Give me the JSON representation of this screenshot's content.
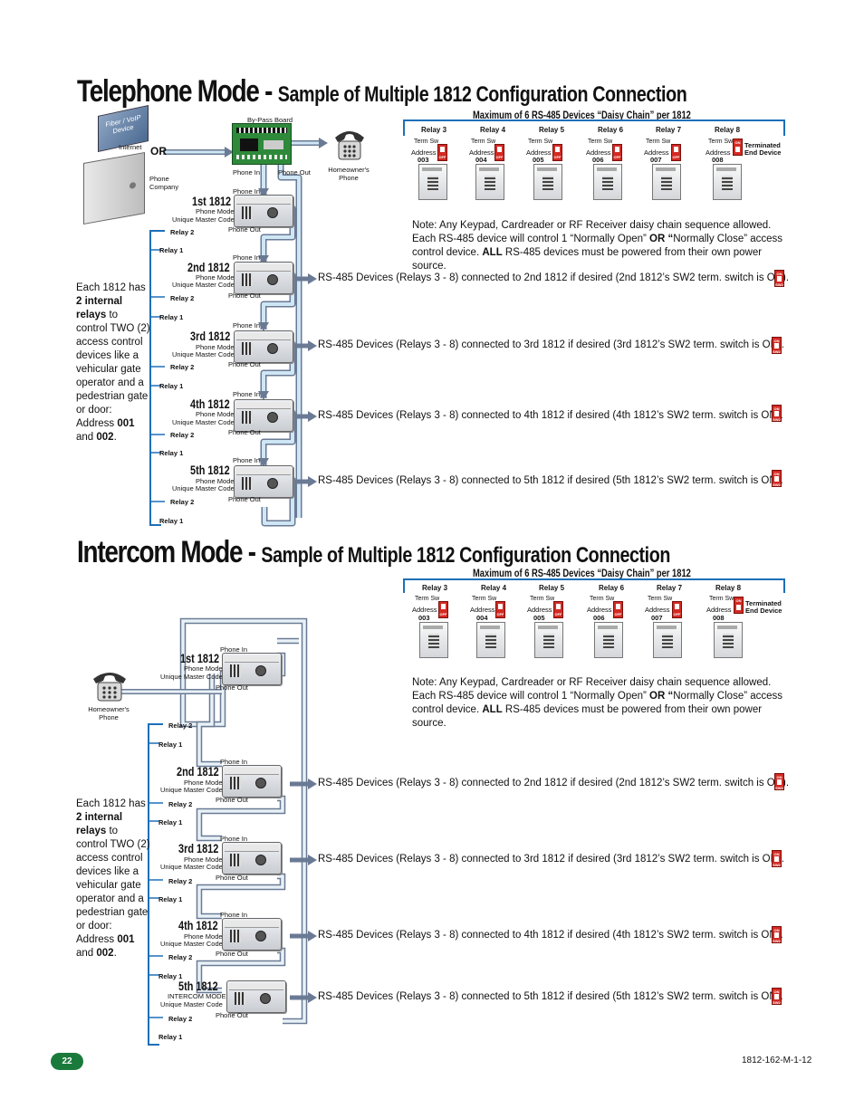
{
  "tel": {
    "title_main": "Telephone Mode -",
    "title_sub": "Sample of Multiple 1812 Configuration Connection",
    "max_label": "Maximum of 6 RS-485 Devices “Daisy Chain” per 1812",
    "relays": [
      {
        "relay": "Relay 3",
        "term": "Term Sw",
        "addr_label": "Address",
        "addr": "003"
      },
      {
        "relay": "Relay 4",
        "term": "Term Sw",
        "addr_label": "Address",
        "addr": "004"
      },
      {
        "relay": "Relay 5",
        "term": "Term Sw",
        "addr_label": "Address",
        "addr": "005"
      },
      {
        "relay": "Relay 6",
        "term": "Term Sw",
        "addr_label": "Address",
        "addr": "006"
      },
      {
        "relay": "Relay 7",
        "term": "Term Sw",
        "addr_label": "Address",
        "addr": "007"
      },
      {
        "relay": "Relay 8",
        "term": "Term Sw",
        "addr_label": "Address",
        "addr": "008"
      }
    ],
    "terminated": "Terminated",
    "end_device": "End Device",
    "fiber": "Fiber / VoIP Device",
    "internet": "Internet",
    "or": "OR",
    "phone_company_1": "Phone",
    "phone_company_2": "Company",
    "bypass": "By-Pass Board",
    "homeowner_1": "Homeowner's",
    "homeowner_2": "Phone",
    "note_1": "Note: Any Keypad, Cardreader or RF Receiver daisy chain sequence allowed. Each RS-485 device will control 1 “Normally Open” ",
    "note_or": "OR “",
    "note_2": "Normally Close” access control device. ",
    "note_all": "ALL",
    "note_3": " RS-485 devices must be powered from their own power source.",
    "units": [
      {
        "name": "1st 1812",
        "mode": "Phone Mode",
        "code": "Unique Master Code",
        "in": "Phone In",
        "out": "Phone Out",
        "r2": "Relay 2",
        "r1": "Relay 1"
      },
      {
        "name": "2nd 1812",
        "mode": "Phone Mode",
        "code": "Unique Master Code",
        "in": "Phone In",
        "out": "Phone Out",
        "r2": "Relay 2",
        "r1": "Relay 1",
        "rs": "RS-485 Devices (Relays 3 - 8) connected to 2nd 1812 if desired (2nd 1812’s SW2 term. switch is ON)."
      },
      {
        "name": "3rd 1812",
        "mode": "Phone Mode",
        "code": "Unique Master Code",
        "in": "Phone In",
        "out": "Phone Out",
        "r2": "Relay 2",
        "r1": "Relay 1",
        "rs": "RS-485 Devices (Relays 3 - 8) connected to 3rd 1812 if desired (3rd 1812’s SW2 term. switch is ON)."
      },
      {
        "name": "4th 1812",
        "mode": "Phone Mode",
        "code": "Unique Master Code",
        "in": "Phone In",
        "out": "Phone Out",
        "r2": "Relay 2",
        "r1": "Relay 1",
        "rs": "RS-485 Devices (Relays 3 - 8) connected to 4th 1812 if desired (4th 1812’s SW2 term. switch is ON)."
      },
      {
        "name": "5th 1812",
        "mode": "Phone Mode",
        "code": "Unique Master Code",
        "in": "Phone In",
        "out": "Phone Out",
        "r2": "Relay 2",
        "r1": "Relay 1",
        "rs": "RS-485 Devices (Relays 3 - 8) connected to 5th 1812 if desired (5th 1812’s SW2 term. switch is ON)."
      }
    ]
  },
  "int": {
    "title_main": "Intercom Mode -",
    "title_sub": "Sample of Multiple 1812 Configuration Connection",
    "max_label": "Maximum of 6 RS-485 Devices “Daisy Chain” per 1812",
    "homeowner_1": "Homeowner's",
    "homeowner_2": "Phone",
    "units": [
      {
        "name": "1st 1812",
        "mode": "Phone Mode",
        "code": "Unique Master Code",
        "in": "Phone In",
        "out": "Phone Out",
        "r2": "Relay 2",
        "r1": "Relay 1"
      },
      {
        "name": "2nd 1812",
        "mode": "Phone Mode",
        "code": "Unique Master Code",
        "in": "Phone In",
        "out": "Phone Out",
        "r2": "Relay 2",
        "r1": "Relay 1"
      },
      {
        "name": "3rd 1812",
        "mode": "Phone Mode",
        "code": "Unique Master Code",
        "in": "Phone In",
        "out": "Phone Out",
        "r2": "Relay 2",
        "r1": "Relay 1"
      },
      {
        "name": "4th 1812",
        "mode": "Phone Mode",
        "code": "Unique Master Code",
        "in": "Phone In",
        "out": "Phone Out",
        "r2": "Relay 2",
        "r1": "Relay 1"
      },
      {
        "name": "5th 1812",
        "mode": "INTERCOM MODE",
        "code": "Unique Master Code",
        "in": "",
        "out": "Phone Out",
        "r2": "Relay 2",
        "r1": "Relay 1"
      }
    ]
  },
  "each": {
    "l1": "Each 1812 has ",
    "l2": "2 internal relays",
    "l3": " to control TWO (2) access control devices like a vehicular gate operator and a pedestrian gate or door: Address ",
    "a1": "001",
    "and": " and ",
    "a2": "002",
    "dot": "."
  },
  "switch": {
    "on": "ON",
    "off": "OFF",
    "sw2": "SW2"
  },
  "footer": {
    "page": "22",
    "doc": "1812-162-M-1-12",
    "page_color": "#1a7a3c"
  }
}
